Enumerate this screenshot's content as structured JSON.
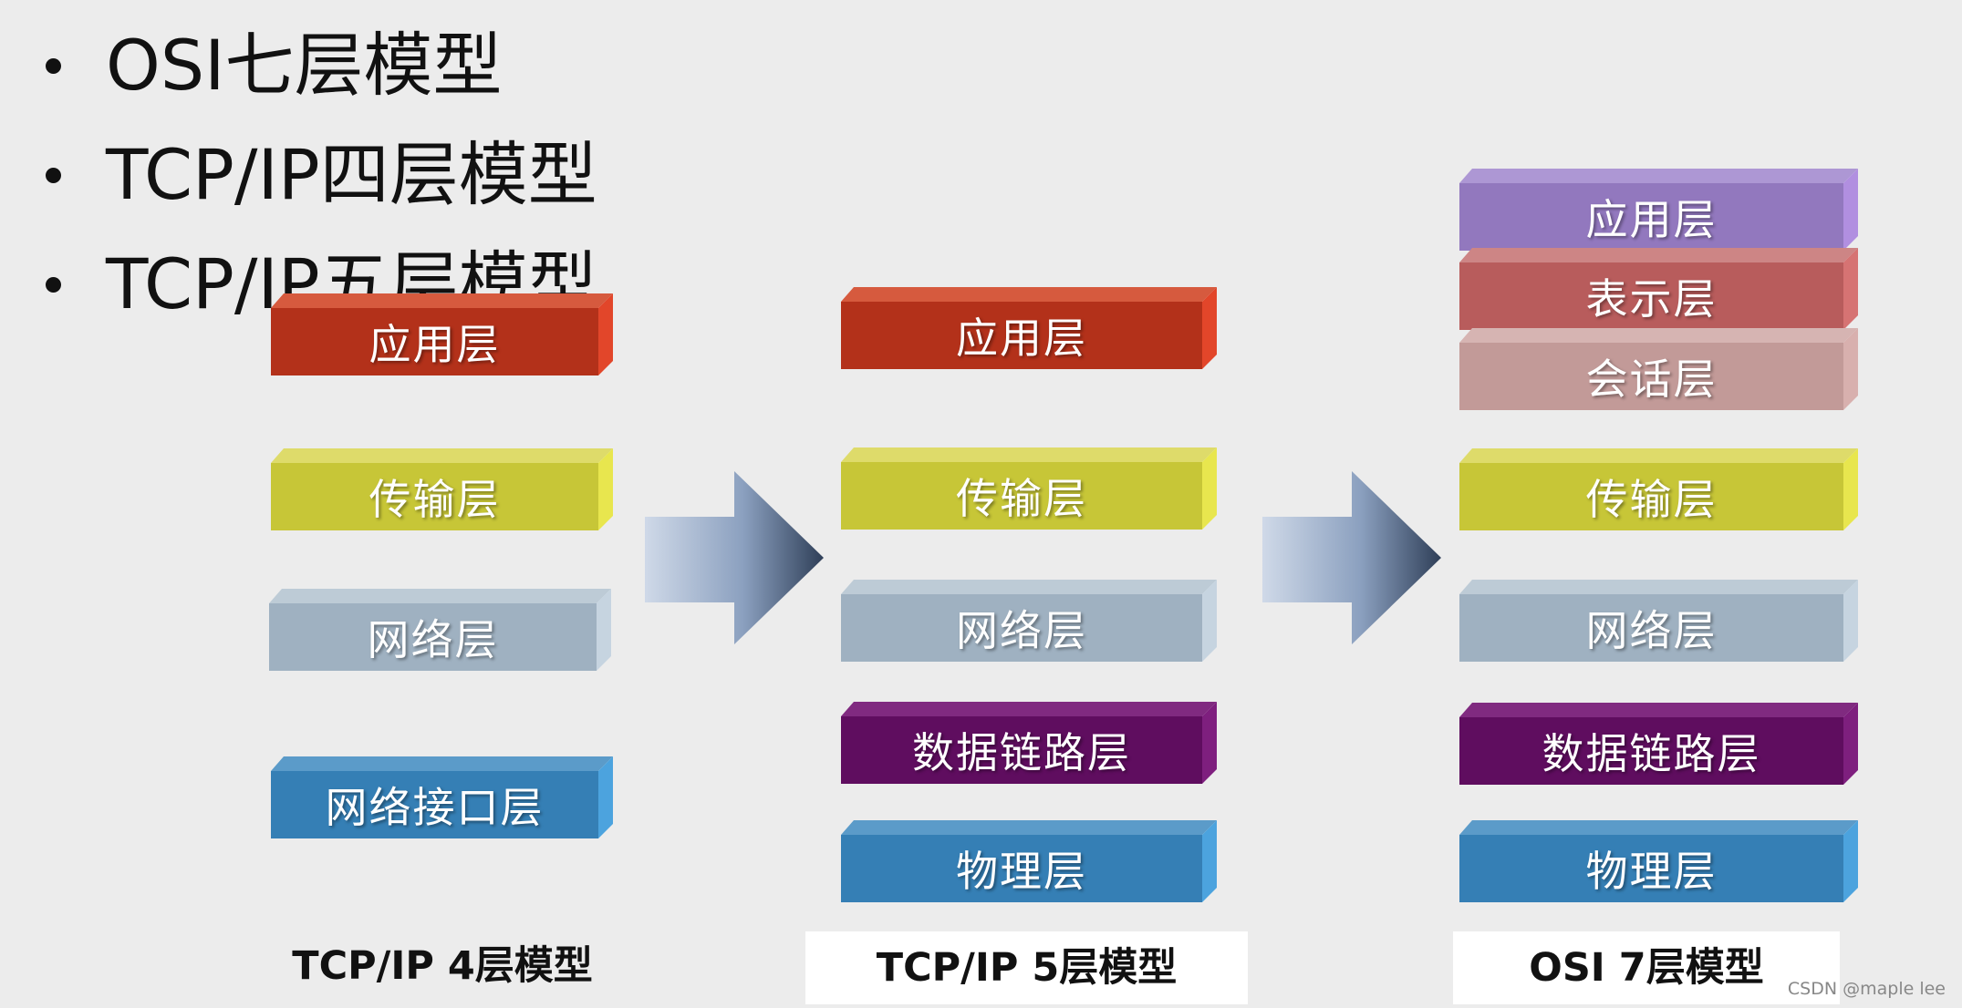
{
  "bullets": [
    "OSI七层模型",
    "TCP/IP四层模型",
    "TCP/IP五层模型"
  ],
  "models": {
    "tcp4": {
      "caption": "TCP/IP 4层模型",
      "layers": [
        "应用层",
        "传输层",
        "网络层",
        "网络接口层"
      ]
    },
    "tcp5": {
      "caption": "TCP/IP 5层模型",
      "layers": [
        "应用层",
        "传输层",
        "网络层",
        "数据链路层",
        "物理层"
      ]
    },
    "osi7": {
      "caption": "OSI 7层模型",
      "layers": [
        "应用层",
        "表示层",
        "会话层",
        "传输层",
        "网络层",
        "数据链路层",
        "物理层"
      ]
    }
  },
  "colors": {
    "application": "#b3311a",
    "transport": "#c7c637",
    "network": "#9fb1c1",
    "interface_physical": "#357fb5",
    "data_link": "#5f0d5f",
    "osi_application": "#9278be",
    "presentation": "#b85c5c",
    "session": "#c29a98"
  },
  "credit": "CSDN @maple lee"
}
